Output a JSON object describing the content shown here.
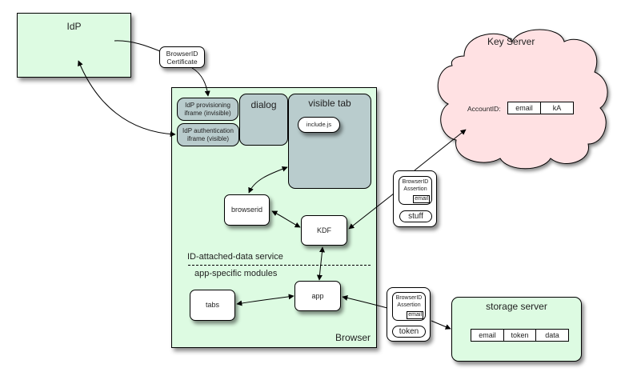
{
  "idp": {
    "title": "IdP"
  },
  "certificate": {
    "line1": "BrowserID",
    "line2": "Certificate"
  },
  "browser": {
    "label": "Browser",
    "provisioning_iframe": {
      "line1": "IdP provisioning",
      "line2": "iframe (invisible)"
    },
    "authentication_iframe": {
      "line1": "IdP authentication",
      "line2": "iframe (visible)"
    },
    "dialog": "dialog",
    "visible_tab": {
      "title": "visible tab",
      "include": "include.js"
    },
    "browserid": "browserid",
    "kdf": "KDF",
    "layer_upper": "ID-attached-data service",
    "layer_lower": "app-specific modules",
    "app": "app",
    "tabs": "tabs"
  },
  "key_server": {
    "title": "Key Server",
    "account_label": "AccountID:",
    "columns": [
      "email",
      "kA"
    ]
  },
  "message_stuff": {
    "assertion_line1": "BrowserID",
    "assertion_line2": "Assertion",
    "email_tag": "email",
    "payload": "stuff"
  },
  "message_token": {
    "assertion_line1": "BrowserID",
    "assertion_line2": "Assertion",
    "email_tag": "email",
    "payload": "token"
  },
  "storage_server": {
    "title": "storage server",
    "columns": [
      "email",
      "token",
      "data"
    ]
  },
  "colors": {
    "green_fill": "#ddfbe2",
    "gray_fill": "#b9cccd",
    "cloud_fill": "#ffe1e3",
    "stroke": "#000000"
  }
}
